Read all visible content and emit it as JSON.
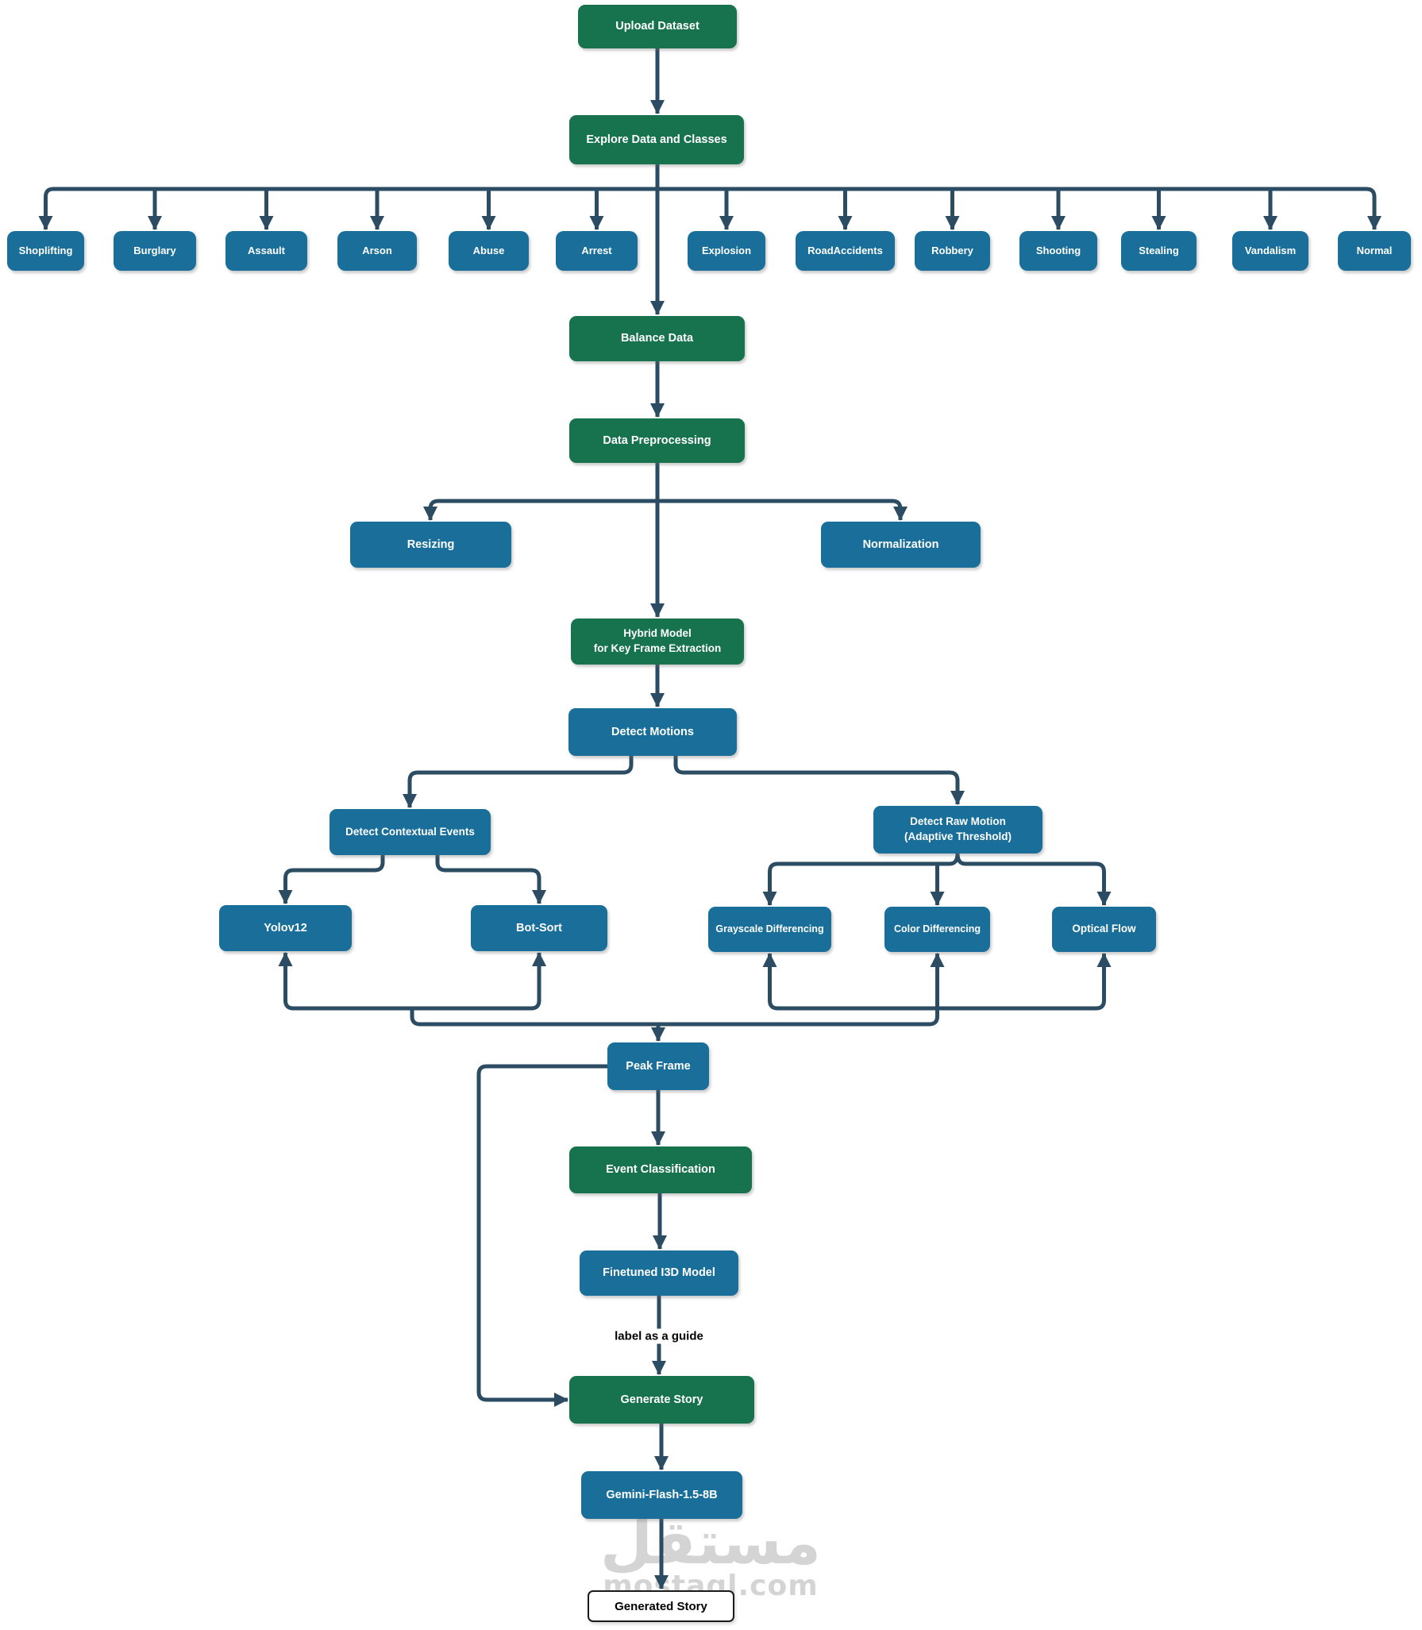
{
  "colors": {
    "green": "#17724E",
    "blue": "#196F99",
    "line": "#2B4C63",
    "watermark": "#D4D4D4",
    "output_border": "#1A1A1A"
  },
  "nodes": {
    "upload": "Upload Dataset",
    "explore": "Explore Data and Classes",
    "balance": "Balance Data",
    "preprocessing": "Data Preprocessing",
    "resizing": "Resizing",
    "normalization": "Normalization",
    "hybrid": "Hybrid Model\nfor Key Frame Extraction",
    "detect_motions": "Detect Motions",
    "detect_contextual": "Detect Contextual Events",
    "detect_raw": "Detect Raw Motion\n(Adaptive Threshold)",
    "yolov12": "Yolov12",
    "botsort": "Bot-Sort",
    "grayscale": "Grayscale Differencing",
    "color_diff": "Color Differencing",
    "optical": "Optical Flow",
    "peak": "Peak Frame",
    "event_class": "Event Classification",
    "i3d": "Finetuned I3D Model",
    "generate": "Generate Story",
    "gemini": "Gemini-Flash-1.5-8B",
    "generated": "Generated Story"
  },
  "classes": [
    "Shoplifting",
    "Burglary",
    "Assault",
    "Arson",
    "Abuse",
    "Arrest",
    "Explosion",
    "RoadAccidents",
    "Robbery",
    "Shooting",
    "Stealing",
    "Vandalism",
    "Normal"
  ],
  "edge_labels": {
    "i3d_generate": "label as a guide"
  },
  "watermark": {
    "arabic": "مستقل",
    "latin": "mostaql.com"
  }
}
